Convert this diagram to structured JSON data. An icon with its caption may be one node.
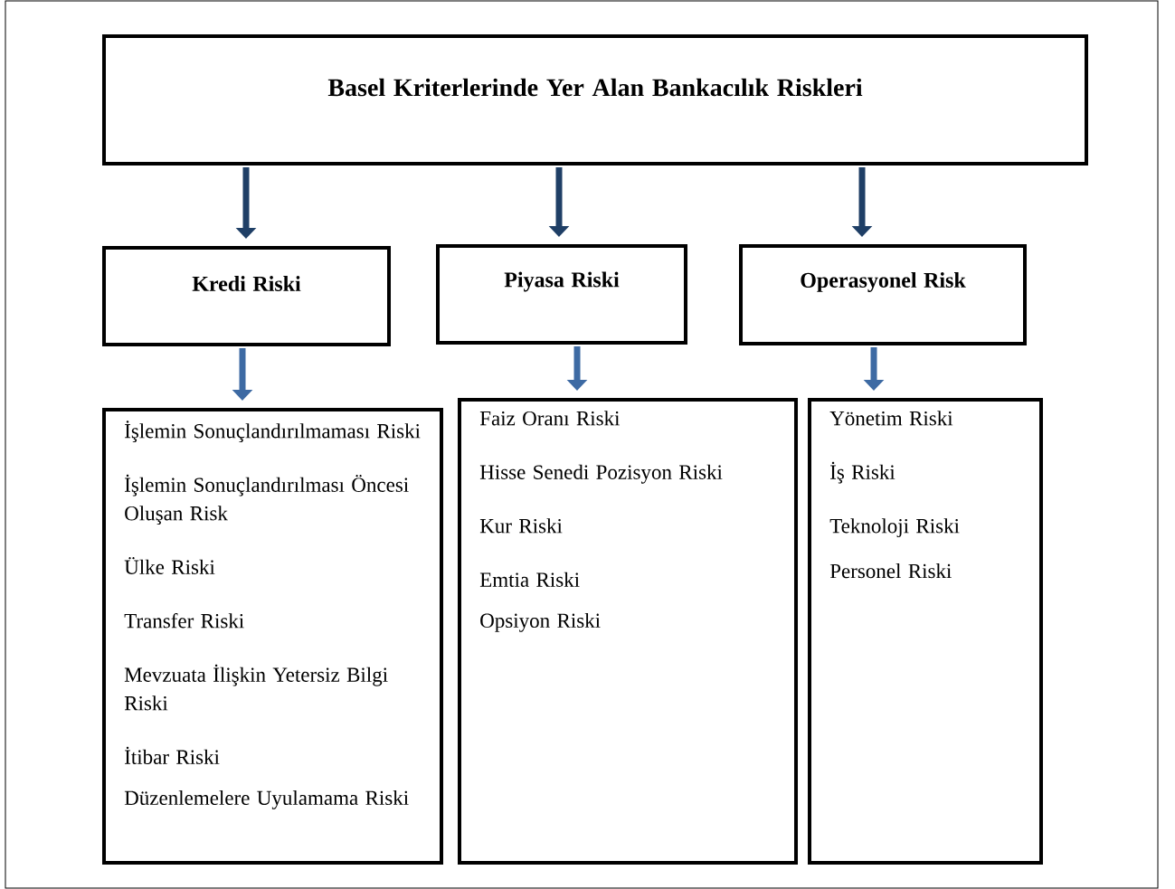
{
  "diagram": {
    "nodes": [
      {
        "text": [
          "Basel Kriterlerinde Yer Alan Bankacılık Riskleri"
        ]
      },
      {
        "text": [
          "Kredi Riski"
        ]
      },
      {
        "text": [
          "Piyasa Riski"
        ]
      },
      {
        "text": [
          "Operasyonel Risk"
        ]
      },
      {
        "text": [
          "İşlemin Sonuçlandırılmaması Riski",
          "İşlemin Sonuçlandırılması Öncesi Oluşan Risk",
          "Ülke Riski",
          "Transfer Riski",
          "Mevzuata İlişkin Yetersiz Bilgi Riski",
          "İtibar Riski",
          "Düzenlemelere Uyulamama Riski"
        ]
      },
      {
        "text": [
          "Faiz Oranı Riski",
          "Hisse Senedi Pozisyon Riski",
          "Kur Riski",
          "Emtia Riski",
          "Opsiyon Riski"
        ]
      },
      {
        "text": [
          "Yönetim Riski",
          "İş Riski",
          "Teknoloji Riski",
          "Personel Riski"
        ]
      }
    ],
    "edges": [
      {
        "from": 0,
        "to": 1,
        "arrow": "to"
      },
      {
        "from": 0,
        "to": 2,
        "arrow": "to"
      },
      {
        "from": 0,
        "to": 3,
        "arrow": "to"
      },
      {
        "from": 1,
        "to": 4,
        "arrow": "to",
        "color": "#3d6aa3"
      },
      {
        "from": 2,
        "to": 5,
        "arrow": "to",
        "color": "#3d6aa3"
      },
      {
        "from": 3,
        "to": 6,
        "arrow": "to",
        "color": "#3d6aa3"
      }
    ]
  }
}
